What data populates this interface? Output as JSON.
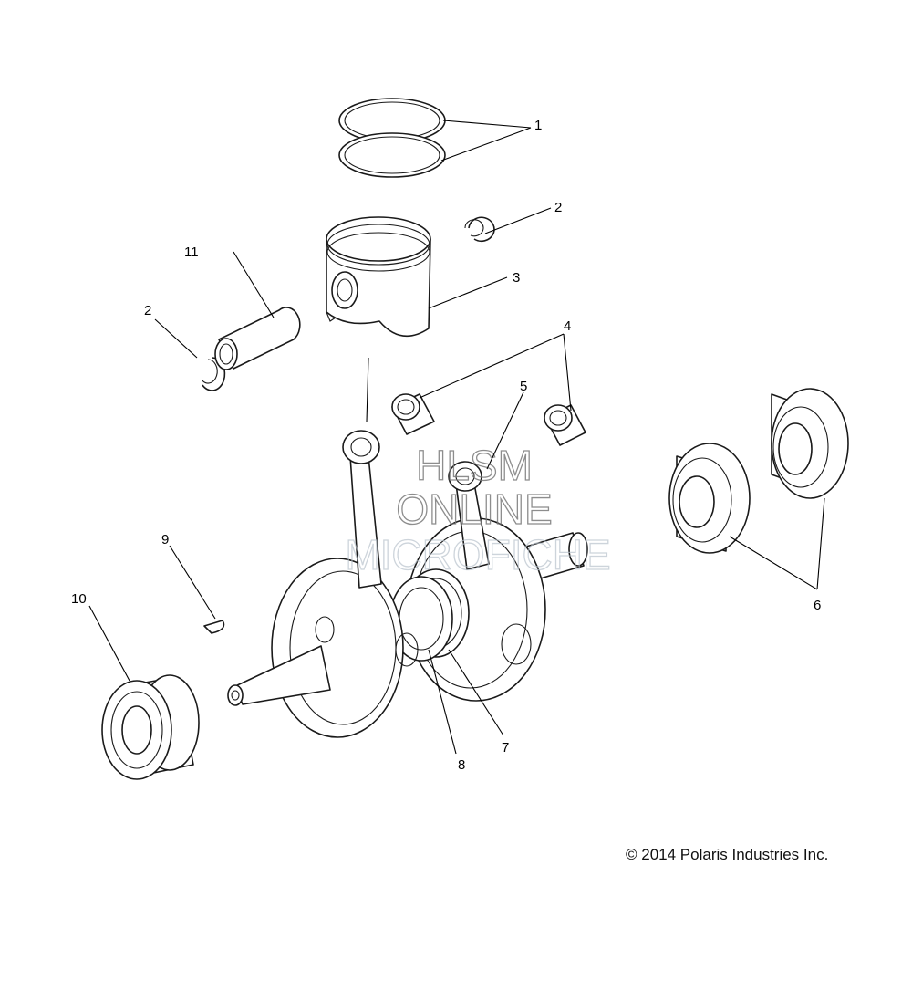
{
  "callouts": {
    "c1": "1",
    "c2a": "2",
    "c2b": "2",
    "c3": "3",
    "c4": "4",
    "c5": "5",
    "c6": "6",
    "c7": "7",
    "c8": "8",
    "c9": "9",
    "c10": "10",
    "c11": "11"
  },
  "watermark": {
    "line1": "HLSM",
    "line2": "ONLINE",
    "line3": "MICROFICHE"
  },
  "copyright": "© 2014 Polaris Industries Inc."
}
